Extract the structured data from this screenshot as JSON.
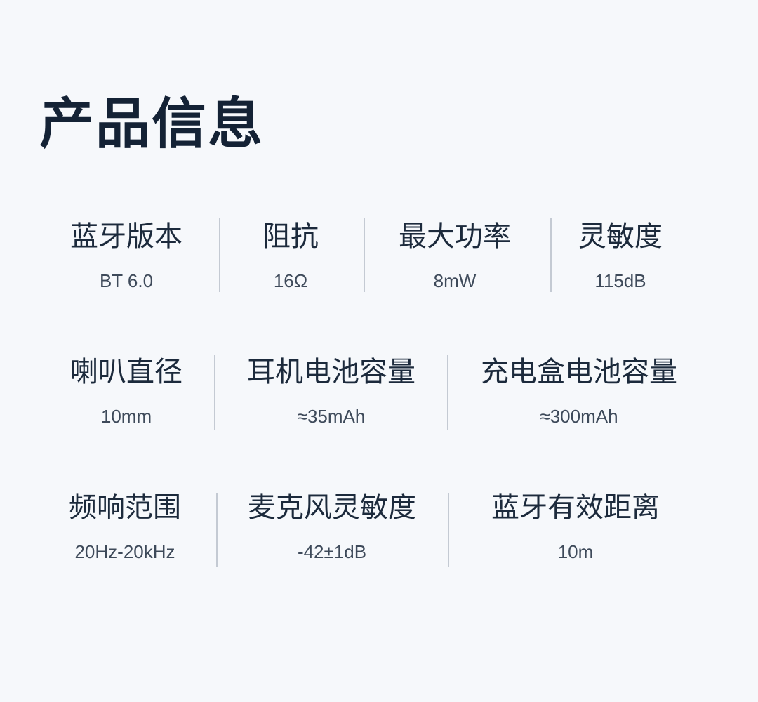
{
  "title": "产品信息",
  "specs": [
    {
      "label": "蓝牙版本",
      "value": "BT 6.0"
    },
    {
      "label": "阻抗",
      "value": "16Ω"
    },
    {
      "label": "最大功率",
      "value": "8mW"
    },
    {
      "label": "灵敏度",
      "value": "115dB"
    },
    {
      "label": "喇叭直径",
      "value": "10mm"
    },
    {
      "label": "耳机电池容量",
      "value": "≈35mAh"
    },
    {
      "label": "充电盒电池容量",
      "value": "≈300mAh"
    },
    {
      "label": "频响范围",
      "value": "20Hz-20kHz"
    },
    {
      "label": "麦克风灵敏度",
      "value": "-42±1dB"
    },
    {
      "label": "蓝牙有效距离",
      "value": "10m"
    }
  ]
}
